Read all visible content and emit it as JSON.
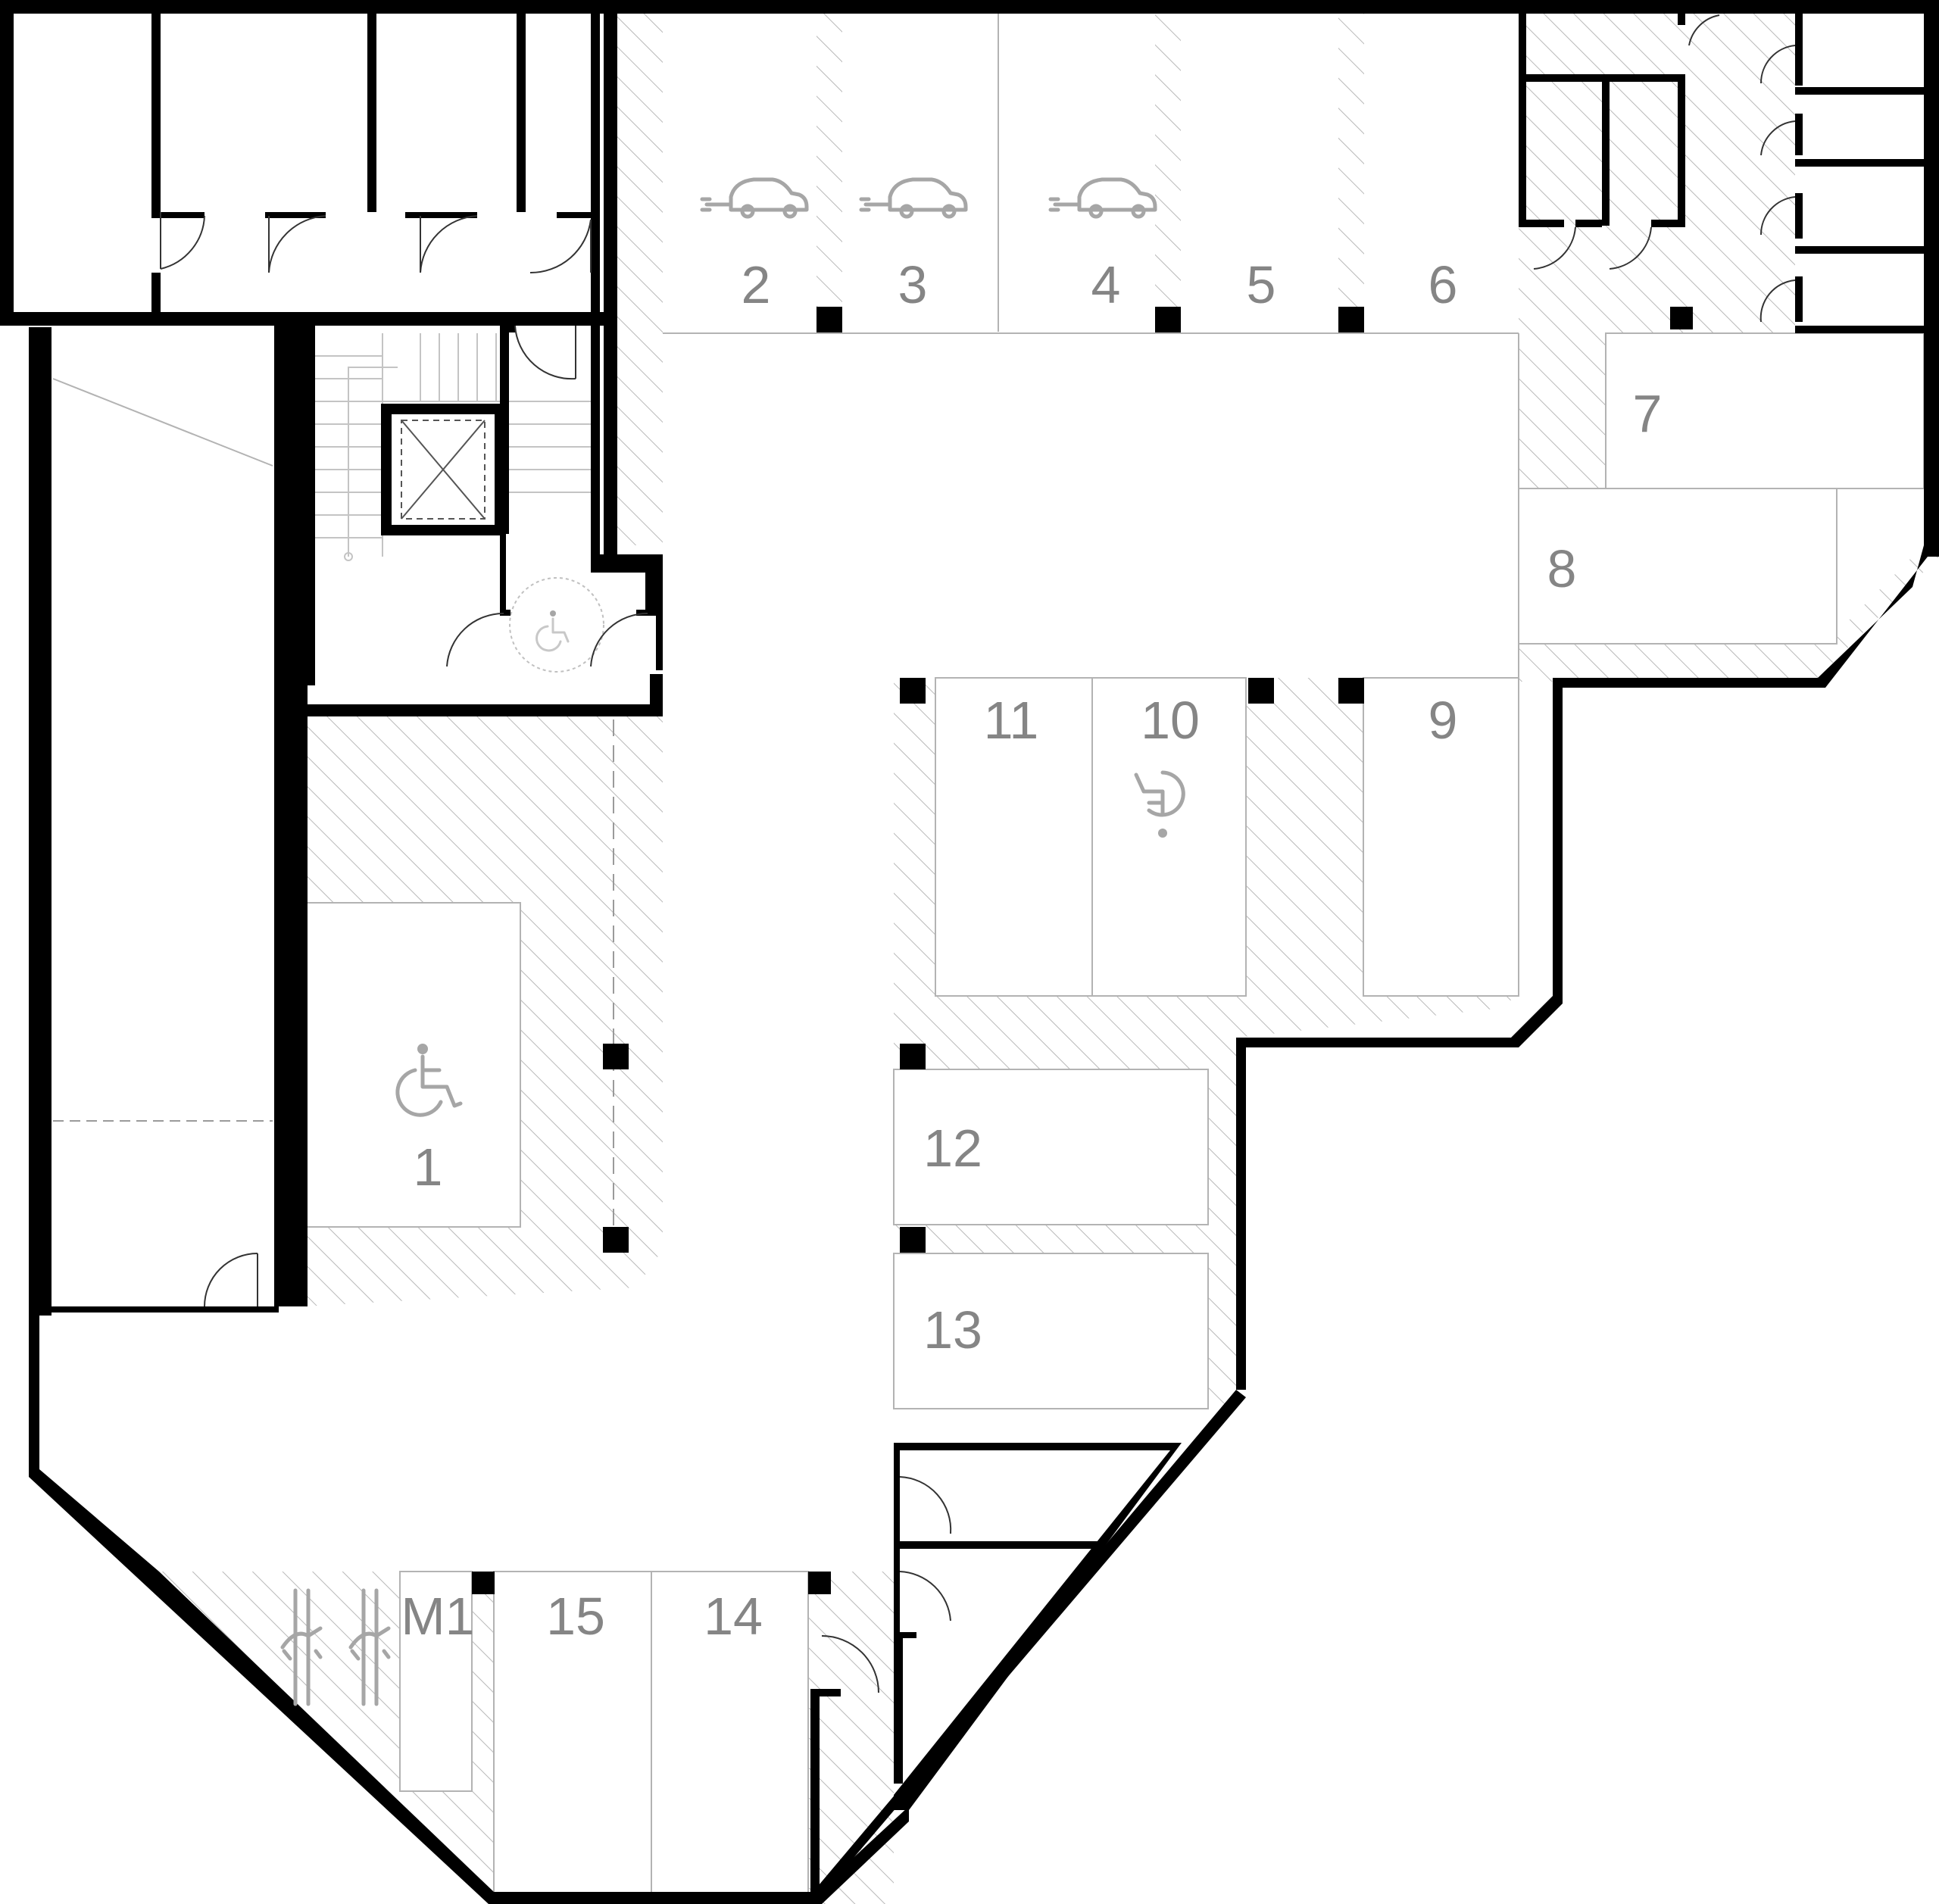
{
  "plan": {
    "spaces": [
      {
        "id": "1",
        "label": "1",
        "symbol": "wheelchair-icon"
      },
      {
        "id": "2",
        "label": "2",
        "symbol": "ev-charging-car-icon"
      },
      {
        "id": "3",
        "label": "3",
        "symbol": "ev-charging-car-icon"
      },
      {
        "id": "4",
        "label": "4",
        "symbol": "ev-charging-car-icon"
      },
      {
        "id": "5",
        "label": "5"
      },
      {
        "id": "6",
        "label": "6"
      },
      {
        "id": "7",
        "label": "7"
      },
      {
        "id": "8",
        "label": "8"
      },
      {
        "id": "9",
        "label": "9"
      },
      {
        "id": "10",
        "label": "10",
        "symbol": "wheelchair-icon"
      },
      {
        "id": "11",
        "label": "11"
      },
      {
        "id": "12",
        "label": "12"
      },
      {
        "id": "13",
        "label": "13"
      },
      {
        "id": "14",
        "label": "14"
      },
      {
        "id": "15",
        "label": "15"
      },
      {
        "id": "m1",
        "label": "M1",
        "symbol": "bicycle-icon"
      }
    ]
  }
}
